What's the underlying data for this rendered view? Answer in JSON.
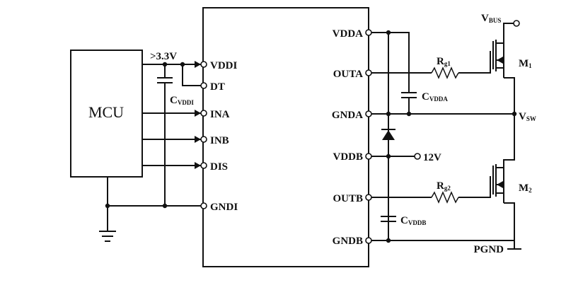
{
  "mcu": {
    "label": "MCU"
  },
  "supply_note": ">3.3V",
  "left_pins": {
    "vddi": "VDDI",
    "dt": "DT",
    "ina": "INA",
    "inb": "INB",
    "dis": "DIS",
    "gndi": "GNDI"
  },
  "right_pins": {
    "vdda": "VDDA",
    "outa": "OUTA",
    "gnda": "GNDA",
    "vddb": "VDDB",
    "outb": "OUTB",
    "gndb": "GNDB"
  },
  "cap_vddi": {
    "main": "C",
    "sub": "VDDI"
  },
  "cap_vdda": {
    "main": "C",
    "sub": "VDDA"
  },
  "cap_vddb": {
    "main": "C",
    "sub": "VDDB"
  },
  "res_g1": {
    "main": "R",
    "sub": "g1"
  },
  "res_g2": {
    "main": "R",
    "sub": "g2"
  },
  "vbus": {
    "main": "V",
    "sub": "BUS"
  },
  "vsw": {
    "main": "V",
    "sub": "SW"
  },
  "m1": {
    "main": "M",
    "sub": "1"
  },
  "m2": {
    "main": "M",
    "sub": "2"
  },
  "vddb_supply": "12V",
  "pgnd": "PGND"
}
